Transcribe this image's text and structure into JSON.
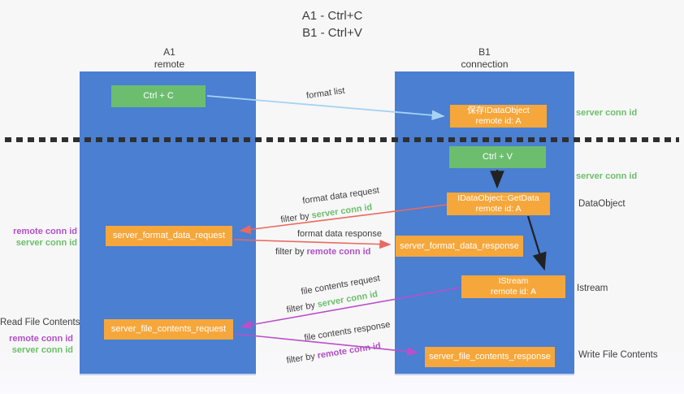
{
  "title": {
    "line1": "A1 - Ctrl+C",
    "line2": "B1 - Ctrl+V"
  },
  "lifelines": {
    "left": {
      "name": "A1",
      "role": "remote"
    },
    "right": {
      "name": "B1",
      "role": "connection"
    }
  },
  "nodes": {
    "ctrl_c": "Ctrl + C",
    "ctrl_v": "Ctrl + V",
    "save_dataobject": {
      "line1": "保存IDataObject",
      "line2": "remote id: A"
    },
    "getdata": {
      "line1": "IDataObject::GetData",
      "line2": "remote id: A"
    },
    "istream": {
      "line1": "IStream",
      "line2": "remote id: A"
    },
    "server_format_data_request": "server_format_data_request",
    "server_format_data_response": "server_format_data_response",
    "server_file_contents_request": "server_file_contents_request",
    "server_file_contents_response": "server_file_contents_response"
  },
  "edge_labels": {
    "format_list": "format list",
    "format_data_request": "format data request",
    "format_data_response": "format data response",
    "file_contents_request": "file contents request",
    "file_contents_response": "file contents response",
    "filter_by": "filter by",
    "server_conn_id": "server conn id",
    "remote_conn_id": "remote conn id"
  },
  "side_labels": {
    "server_conn_id_top": "server conn id",
    "server_conn_id_mid": "server conn id",
    "data_object": "DataObject",
    "istream": "Istream",
    "write_file_contents": "Write File Contents",
    "read_file_contents": "Read File Contents",
    "remote_conn_id": "remote conn id",
    "server_conn_id": "server conn id"
  },
  "colors": {
    "lifeline_blue": "#4a7fd2",
    "node_green": "#6cbe6e",
    "node_orange": "#f6a73b",
    "text_dark": "#3d3d3d",
    "text_green": "#6abf69",
    "text_purple": "#b14fc4",
    "arrow_lightblue": "#a6d3f2",
    "arrow_red": "#e96a5e",
    "arrow_purple": "#bb4fc9",
    "arrow_black": "#222222",
    "dotted_line": "#2f2f2f",
    "background": "#f7f7f8"
  }
}
